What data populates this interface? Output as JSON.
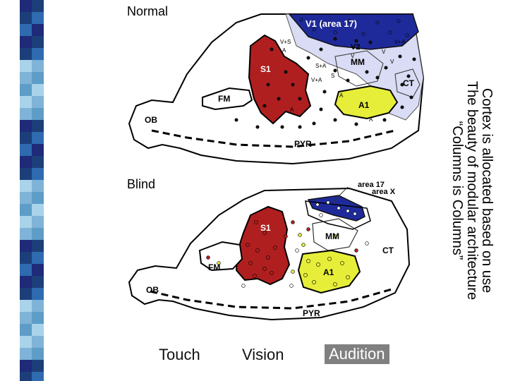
{
  "top_label": "Normal",
  "bottom_label": "Blind",
  "normal_map": {
    "v1": "V1 (area 17)",
    "v2": "V2",
    "mm": "MM",
    "s1": "S1",
    "fm": "FM",
    "a1": "A1",
    "ct": "CT",
    "ob": "OB",
    "pyr": "PYR",
    "marks": [
      "V+S",
      "A",
      "V+A",
      "V",
      "V",
      "S+A",
      "V+A",
      "S",
      "A",
      "A",
      "A",
      "V"
    ]
  },
  "blind_map": {
    "area17": "area 17",
    "areax": "area X",
    "s1": "S1",
    "mm": "MM",
    "ct": "CT",
    "fm": "FM",
    "a1": "A1",
    "ob": "OB",
    "pyr": "PYR"
  },
  "legend": {
    "touch": "Touch",
    "vision": "Vision",
    "audition": "Audition"
  },
  "side_text": {
    "line1": "Cortex is allocated based on use",
    "line2": "The beauty of modular architecture",
    "line3": "“Columns is Columns”"
  },
  "colors": {
    "v1": "#1f2a9a",
    "s1": "#b01f1f",
    "a1": "#e6ee3a",
    "v_region": "#d9dcf4",
    "stripe_colors": [
      "#1f2a78",
      "#7fb3d8",
      "#2e6bb0",
      "#a9d3ea",
      "#1c3f7a",
      "#5d9dc7"
    ]
  }
}
